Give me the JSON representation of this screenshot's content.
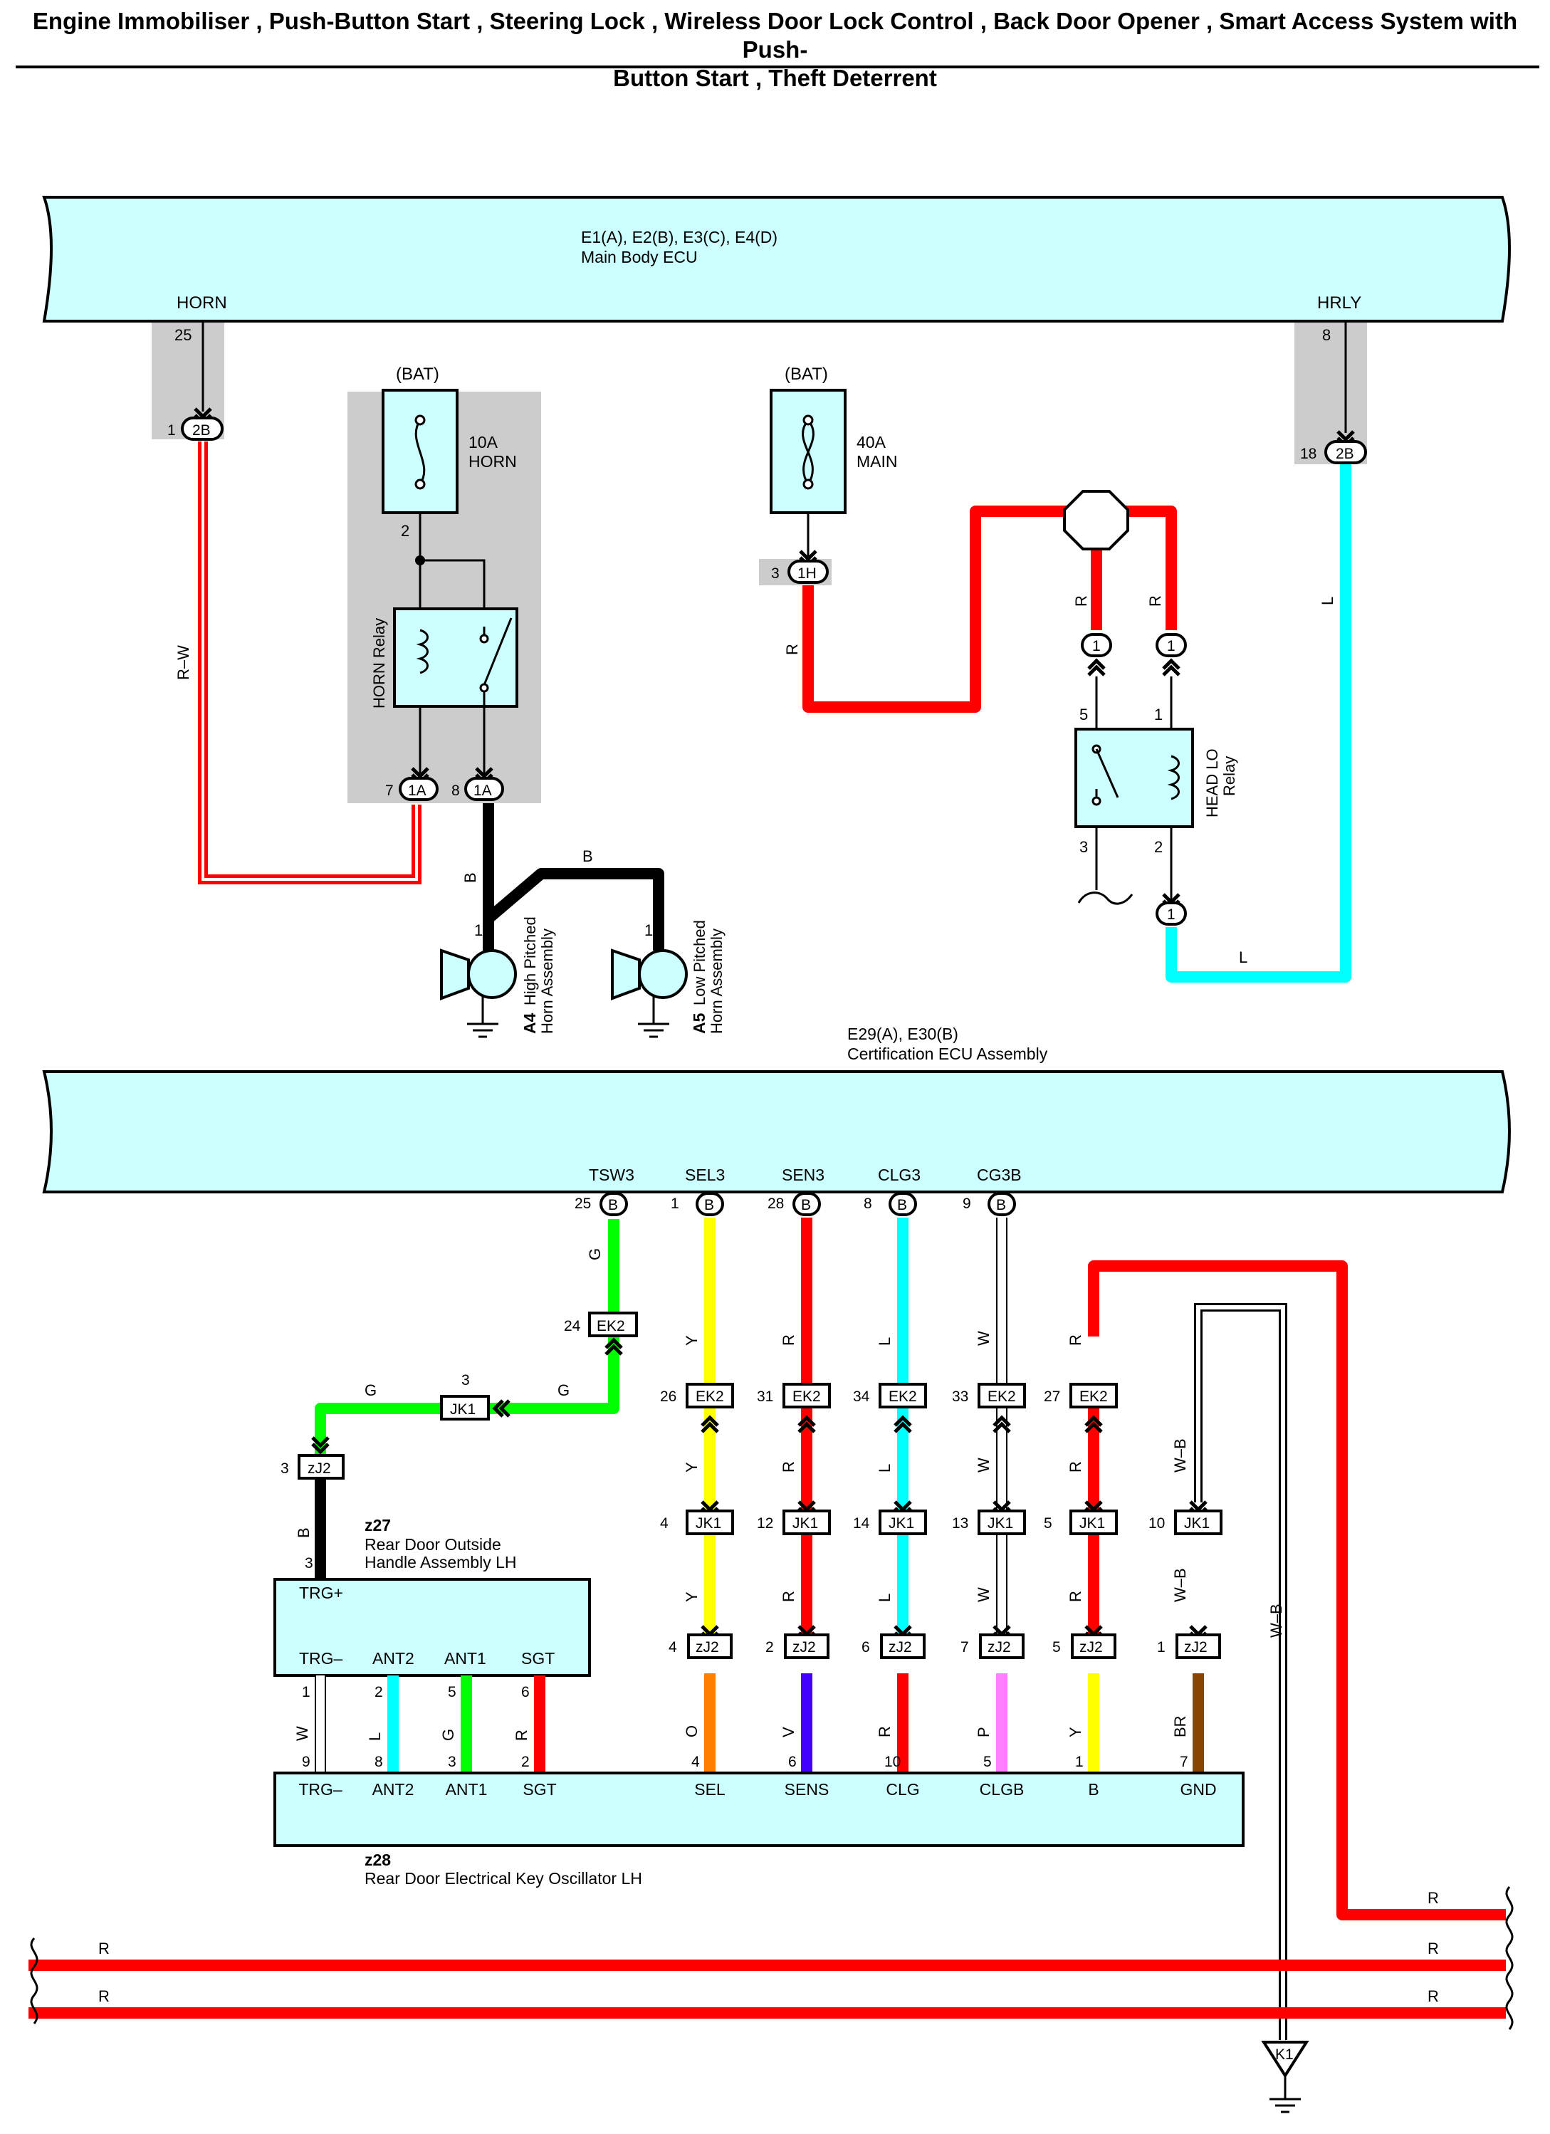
{
  "title": {
    "line1": "Engine Immobiliser , Push-Button Start , Steering Lock , Wireless Door Lock Control , Back Door Opener , Smart Access System with Push-",
    "line2": "Button Start , Theft Deterrent"
  },
  "colors": {
    "ecu_fill": "#ccffff",
    "wire_red": "#ff0000",
    "wire_black": "#000000",
    "wire_light_blue": "#00ffff",
    "wire_green": "#00ff00",
    "wire_yellow": "#ffff00",
    "wire_orange": "#ff8000",
    "wire_violet": "#4400ff",
    "wire_pink": "#ff80ff",
    "wire_brown": "#884400",
    "wire_white": "#ffffff",
    "shade": "#cccccc"
  },
  "main_body_ecu": {
    "code": "E1(A), E2(B), E3(C), E4(D)",
    "name": "Main Body ECU",
    "pin_horn": "HORN",
    "pin_hrly": "HRLY"
  },
  "horn_section": {
    "pin_horn_num": "25",
    "conn_horn": "2B",
    "conn_horn_num": "1",
    "wire_rw": "R–W",
    "bat": "(BAT)",
    "fuse_amp": "10A",
    "fuse_name": "HORN",
    "fuse_out_num": "2",
    "relay_name": "HORN Relay",
    "conn_1a_num_a": "7",
    "conn_1a_num_b": "8",
    "conn_1a": "1A",
    "wire_b": "B",
    "wire_b2": "B",
    "horn_hi_pin": "1",
    "horn_hi_code": "A4",
    "horn_hi_name1": "High Pitched",
    "horn_hi_name2": "Horn Assembly",
    "horn_lo_pin": "1",
    "horn_lo_code": "A5",
    "horn_lo_name1": "Low Pitched",
    "horn_lo_name2": "Horn Assembly"
  },
  "head_section": {
    "bat": "(BAT)",
    "fuse_amp": "40A",
    "fuse_name": "MAIN",
    "conn_1h": "1H",
    "conn_1h_num": "3",
    "wire_r": "R",
    "wire_r2": "R",
    "wire_r3": "R",
    "conn_1": "1",
    "relay_pin5": "5",
    "relay_pin1": "1",
    "relay_pin3": "3",
    "relay_pin2": "2",
    "relay_name1": "HEAD LO",
    "relay_name2": "Relay",
    "pin_hrly_num": "8",
    "conn_hrly": "2B",
    "conn_hrly_num": "18",
    "wire_l": "L",
    "wire_l2": "L"
  },
  "cert_ecu": {
    "code": "E29(A), E30(B)",
    "name": "Certification ECU Assembly",
    "pins": [
      {
        "name": "TSW3",
        "num": "25",
        "conn": "B"
      },
      {
        "name": "SEL3",
        "num": "1",
        "conn": "B"
      },
      {
        "name": "SEN3",
        "num": "28",
        "conn": "B"
      },
      {
        "name": "CLG3",
        "num": "8",
        "conn": "B"
      },
      {
        "name": "CG3B",
        "num": "9",
        "conn": "B"
      }
    ]
  },
  "tsw_path": {
    "wire_g1": "G",
    "ek2_num": "24",
    "ek2": "EK2",
    "wire_g2": "G",
    "jk1_num": "3",
    "jk1": "JK1",
    "wire_g3": "G",
    "zj2_num": "3",
    "zj2": "zJ2",
    "wire_b": "B",
    "pin_trg_num": "3"
  },
  "columns": [
    {
      "wire_top": "Y",
      "ek2_num": "26",
      "ek2": "EK2",
      "wire_mid": "Y",
      "jk1_num": "4",
      "jk1": "JK1",
      "wire_low": "Y",
      "zj2_num": "4",
      "zj2": "zJ2",
      "wire_bot": "O",
      "osc_num": "4"
    },
    {
      "wire_top": "R",
      "ek2_num": "31",
      "ek2": "EK2",
      "wire_mid": "R",
      "jk1_num": "12",
      "jk1": "JK1",
      "wire_low": "R",
      "zj2_num": "2",
      "zj2": "zJ2",
      "wire_bot": "V",
      "osc_num": "6"
    },
    {
      "wire_top": "L",
      "ek2_num": "34",
      "ek2": "EK2",
      "wire_mid": "L",
      "jk1_num": "14",
      "jk1": "JK1",
      "wire_low": "L",
      "zj2_num": "6",
      "zj2": "zJ2",
      "wire_bot": "R",
      "osc_num": "10"
    },
    {
      "wire_top": "W",
      "ek2_num": "33",
      "ek2": "EK2",
      "wire_mid": "W",
      "jk1_num": "13",
      "jk1": "JK1",
      "wire_low": "W",
      "zj2_num": "7",
      "zj2": "zJ2",
      "wire_bot": "P",
      "osc_num": "5"
    },
    {
      "wire_top": "R",
      "ek2_num": "27",
      "ek2": "EK2",
      "wire_mid": "R",
      "jk1_num": "5",
      "jk1": "JK1",
      "wire_low": "R",
      "zj2_num": "5",
      "zj2": "zJ2",
      "wire_bot": "Y",
      "osc_num": "1"
    },
    {
      "wire_top": "",
      "ek2_num": "",
      "ek2": "",
      "wire_mid": "W–B",
      "jk1_num": "10",
      "jk1": "JK1",
      "wire_low": "W–B",
      "zj2_num": "1",
      "zj2": "zJ2",
      "wire_bot": "BR",
      "osc_num": "7"
    }
  ],
  "gnd_wire": "W–B",
  "handle_assy": {
    "code": "z27",
    "name1": "Rear Door Outside",
    "name2": "Handle Assembly LH",
    "trg_plus": "TRG+",
    "pins": [
      {
        "name": "TRG–",
        "num": "1",
        "wire": "W",
        "osc_num": "9"
      },
      {
        "name": "ANT2",
        "num": "2",
        "wire": "L",
        "osc_num": "8"
      },
      {
        "name": "ANT1",
        "num": "5",
        "wire": "G",
        "osc_num": "3"
      },
      {
        "name": "SGT",
        "num": "6",
        "wire": "R",
        "osc_num": "2"
      }
    ]
  },
  "oscillator": {
    "code": "z28",
    "name": "Rear Door Electrical Key Oscillator LH",
    "labels": [
      "TRG–",
      "ANT2",
      "ANT1",
      "SGT",
      "SEL",
      "SENS",
      "CLG",
      "CLGB",
      "B",
      "GND"
    ]
  },
  "bus": {
    "wire_top_right": "R",
    "wire_mid_left": "R",
    "wire_mid_right": "R",
    "wire_bot_left": "R",
    "wire_bot_right": "R",
    "ground": "K1"
  }
}
